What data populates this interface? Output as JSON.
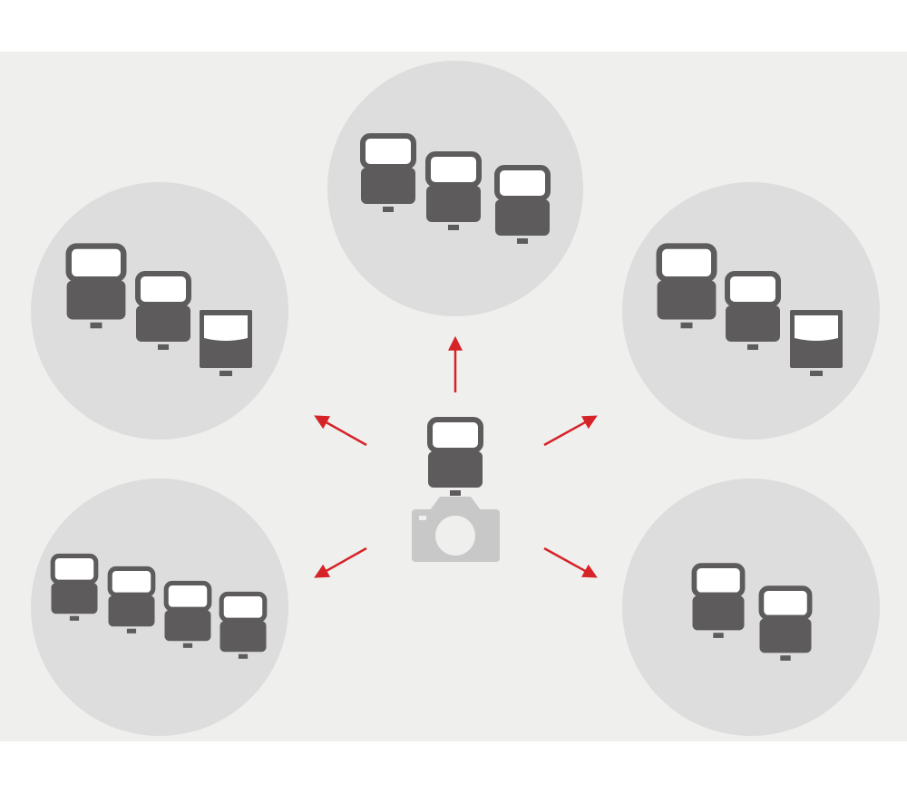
{
  "colors": {
    "page_background": "#ffffff",
    "panel_background": "#efefee",
    "group_circle": "#dcdddc",
    "flash_unit": "#5d5b5c",
    "flash_head_fill": "#ffffff",
    "camera": "#c8c8c8",
    "arrow": "#d62328"
  },
  "diagram": {
    "center": {
      "icon": "camera-with-flash-icon"
    },
    "groups": [
      {
        "position": "top",
        "units": [
          "speedlight",
          "speedlight",
          "speedlight"
        ]
      },
      {
        "position": "upper-left",
        "units": [
          "speedlight",
          "speedlight",
          "compact-flash"
        ]
      },
      {
        "position": "upper-right",
        "units": [
          "speedlight",
          "speedlight",
          "compact-flash"
        ]
      },
      {
        "position": "lower-left",
        "units": [
          "speedlight",
          "speedlight",
          "speedlight",
          "speedlight"
        ]
      },
      {
        "position": "lower-right",
        "units": [
          "speedlight",
          "speedlight"
        ]
      }
    ],
    "arrows": [
      "up",
      "upper-left",
      "upper-right",
      "lower-left",
      "lower-right"
    ]
  }
}
